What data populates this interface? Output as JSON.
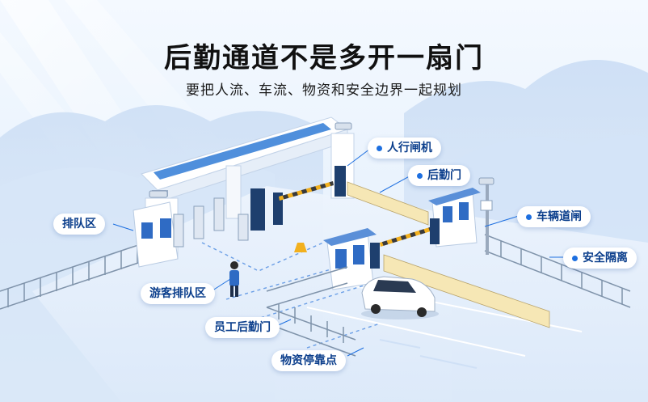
{
  "title": "后勤通道不是多开一扇门",
  "subtitle": "要把人流、车流、物资和安全边界一起规划",
  "labels": {
    "person_gate": "人行闸机",
    "back_gate": "后勤门",
    "vehicle_gate": "车辆道闸",
    "security_fence": "安全隔离",
    "queue_area": "排队区",
    "visitor_queue": "游客排队区",
    "staff_back_gate": "员工后勤门",
    "material_stop": "物资停靠点"
  },
  "colors": {
    "accent": "#1d6fe0",
    "label_text": "#0b3e8c",
    "car": "#ffffff",
    "barrier_stripe": "#f2b01e"
  }
}
